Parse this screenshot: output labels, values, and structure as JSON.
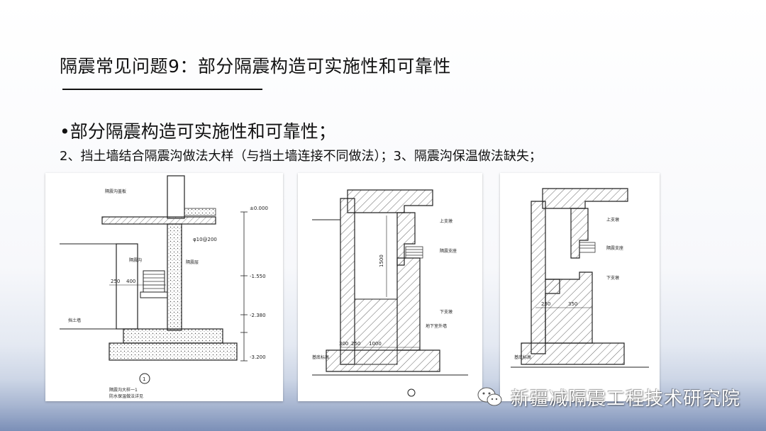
{
  "slide": {
    "title": "隔震常见问题9：部分隔震构造可实施性和可靠性",
    "bullet": "•部分隔震构造可实施性和可靠性；",
    "subline": "2、挡土墙结合隔震沟做法大样（与挡土墙连接不同做法）；3、隔震沟保温做法缺失；"
  },
  "drawing1": {
    "label_a": "隔震沟盖板",
    "label_b": "挡土墙",
    "label_c": "隔震沟",
    "label_d": "隔震层",
    "dim_a": "250",
    "dim_b": "400",
    "dim_c": "φ10@200",
    "dim_d": "-1.550",
    "dim_e": "-2.380",
    "dim_f": "-3.200",
    "dim_g": "±0.000",
    "caption_1": "隔震沟大样一1",
    "caption_2": "防水保温做法详见"
  },
  "drawing2": {
    "dim_1500": "1500",
    "dim_1000": "1000",
    "dim_300": "300",
    "dim_250": "250",
    "label_top": "上支墩",
    "label_mid": "隔震支座",
    "label_low": "下支墩",
    "label_floor": "地下室外墙",
    "label_base": "基底标高"
  },
  "drawing3": {
    "dim_250": "250",
    "dim_350": "350",
    "label_top": "上支墩",
    "label_mid": "隔震支座",
    "label_low": "下支墩",
    "label_base": "基底标高"
  },
  "watermark": {
    "icon": "wechat-icon",
    "text": "新疆减隔震工程技术研究院"
  },
  "colors": {
    "text": "#111111",
    "watermark_text": "#ffffff",
    "background_bottom": "#7b8fb7"
  }
}
